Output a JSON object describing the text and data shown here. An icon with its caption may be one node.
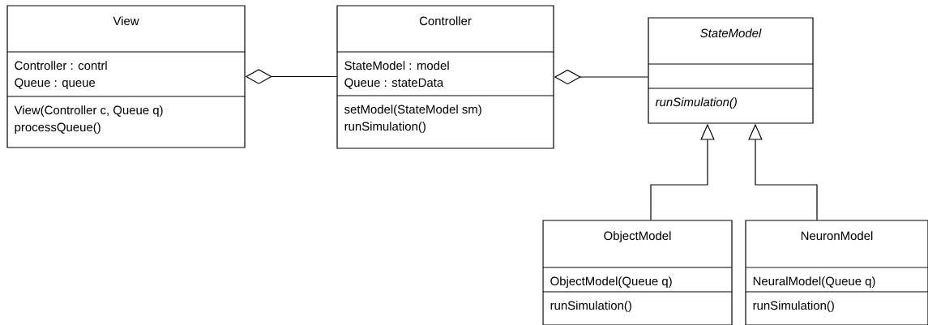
{
  "diagram": {
    "nodes": [
      {
        "text": [
          "View",
          "Controller : contrl",
          "Queue : queue",
          "View(Controller c, Queue q)",
          "processQueue()"
        ]
      },
      {
        "text": [
          "Controller",
          "StateModel : model",
          "Queue : stateData",
          "setModel(StateModel sm)",
          "runSimulation()"
        ]
      },
      {
        "text": [
          "StateModel",
          "runSimulation()"
        ]
      },
      {
        "text": [
          "ObjectModel",
          "ObjectModel(Queue q)",
          "runSimulation()"
        ]
      },
      {
        "text": [
          "NeuronModel",
          "NeuralModel(Queue q)",
          "runSimulation()"
        ]
      }
    ],
    "edges": [
      {
        "from": 0,
        "to": 1,
        "arrow": "other"
      },
      {
        "from": 1,
        "to": 2,
        "arrow": "other"
      },
      {
        "from": 3,
        "to": 2,
        "arrow": "to"
      },
      {
        "from": 4,
        "to": 2,
        "arrow": "to"
      }
    ]
  }
}
